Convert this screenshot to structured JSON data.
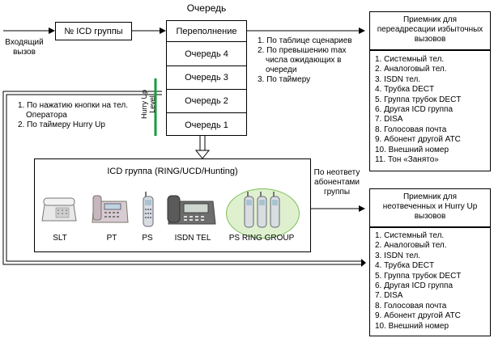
{
  "incoming": {
    "label_line1": "Входящий",
    "label_line2": "вызов"
  },
  "icd_group_box": {
    "label": "№ ICD группы"
  },
  "queue": {
    "title": "Очередь",
    "rows": [
      "Переполнение",
      "Очередь 4",
      "Очередь 3",
      "Очередь 2",
      "Очередь 1"
    ]
  },
  "hurry_up": {
    "line1": "Hurry Up",
    "line2": "Level"
  },
  "overflow_conditions": {
    "line1": "1. По таблице сценариев",
    "line2": "2. По превышению max",
    "line3": "числа ожидающих в",
    "line4": "очереди",
    "line5": "3. По таймеру"
  },
  "hurry_conditions": {
    "line1": "1. По нажатию кнопки на тел.",
    "line2": "Оператора",
    "line3": "2. По таймеру Hurry Up"
  },
  "no_answer": {
    "line1": "По неответу",
    "line2": "абонентами",
    "line3": "группы"
  },
  "icd_panel": {
    "title": "ICD группа (RING/UCD/Hunting)",
    "phones": [
      "SLT",
      "PT",
      "PS",
      "ISDN TEL",
      "PS RING GROUP"
    ]
  },
  "receiver_overflow": {
    "title_line1": "Приемник для",
    "title_line2": "переадресации избыточных",
    "title_line3": "вызовов",
    "items": [
      "1. Системный тел.",
      "2. Аналоговый тел.",
      "3. ISDN тел.",
      "4. Трубка DECT",
      "5. Группа трубок DECT",
      "6. Другая ICD группа",
      "7. DISA",
      "8. Голосовая почта",
      "9. Абонент другой АТС",
      "10. Внешний номер",
      "11. Тон «Занято»"
    ]
  },
  "receiver_hurry": {
    "title_line1": "Приемник для",
    "title_line2": "неотвеченных и Hurry Up",
    "title_line3": "вызовов",
    "items": [
      "1. Системный тел.",
      "2. Аналоговый тел.",
      "3. ISDN тел.",
      "4. Трубка DECT",
      "5. Группа трубок DECT",
      "6. Другая ICD группа",
      "7. DISA",
      "8. Голосовая почта",
      "9. Абонент другой АТС",
      "10. Внешний номер"
    ]
  },
  "colors": {
    "hurry_bar": "#1a9c3a",
    "ring_group_fill": "#dff0cf",
    "ring_group_stroke": "#7bbf5a"
  }
}
